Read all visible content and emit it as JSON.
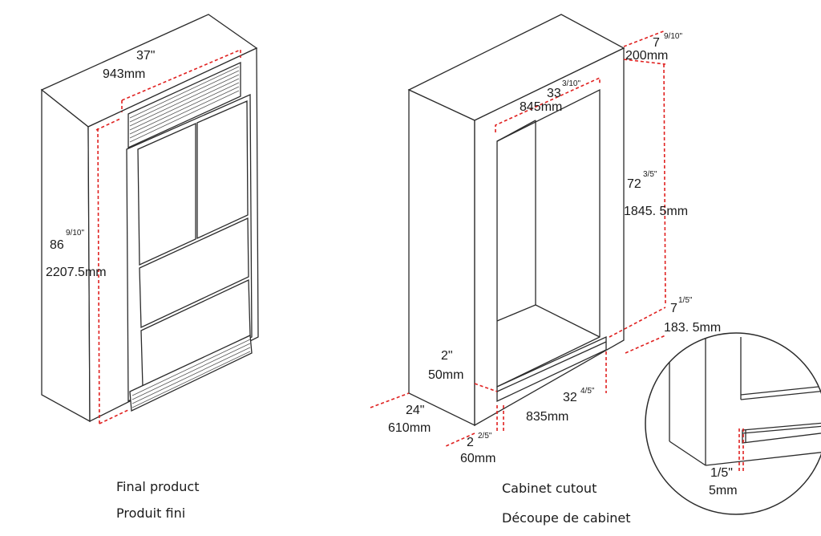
{
  "final_product": {
    "width_in": "37\"",
    "width_mm": "943mm",
    "height_in": "86",
    "height_in_frac": "9/10\"",
    "height_mm": "2207.5mm",
    "caption_en": "Final product",
    "caption_fr": "Produit fini"
  },
  "cabinet_cutout": {
    "top_offset_in": "7",
    "top_offset_in_frac": "9/10\"",
    "top_offset_mm": "200mm",
    "opening_width_in": "33",
    "opening_width_in_frac": "3/10\"",
    "opening_width_mm": "845mm",
    "height_in": "72",
    "height_in_frac": "3/5\"",
    "height_mm": "1845. 5mm",
    "side_offset_in": "7",
    "side_offset_in_frac": "1/5\"",
    "side_offset_mm": "183. 5mm",
    "toe_in": "2\"",
    "toe_mm": "50mm",
    "depth_in": "24\"",
    "depth_mm": "610mm",
    "bottom_width_in": "32",
    "bottom_width_in_frac": "4/5\"",
    "bottom_width_mm": "835mm",
    "front_in": "2",
    "front_in_frac": "2/5\"",
    "front_mm": "60mm",
    "caption_en": "Cabinet cutout",
    "caption_fr": "Découpe de cabinet"
  },
  "detail": {
    "gap_in": "1/5\"",
    "gap_mm": "5mm"
  },
  "colors": {
    "outline": "#2b2b2b",
    "dimension_line": "#e0201f"
  }
}
